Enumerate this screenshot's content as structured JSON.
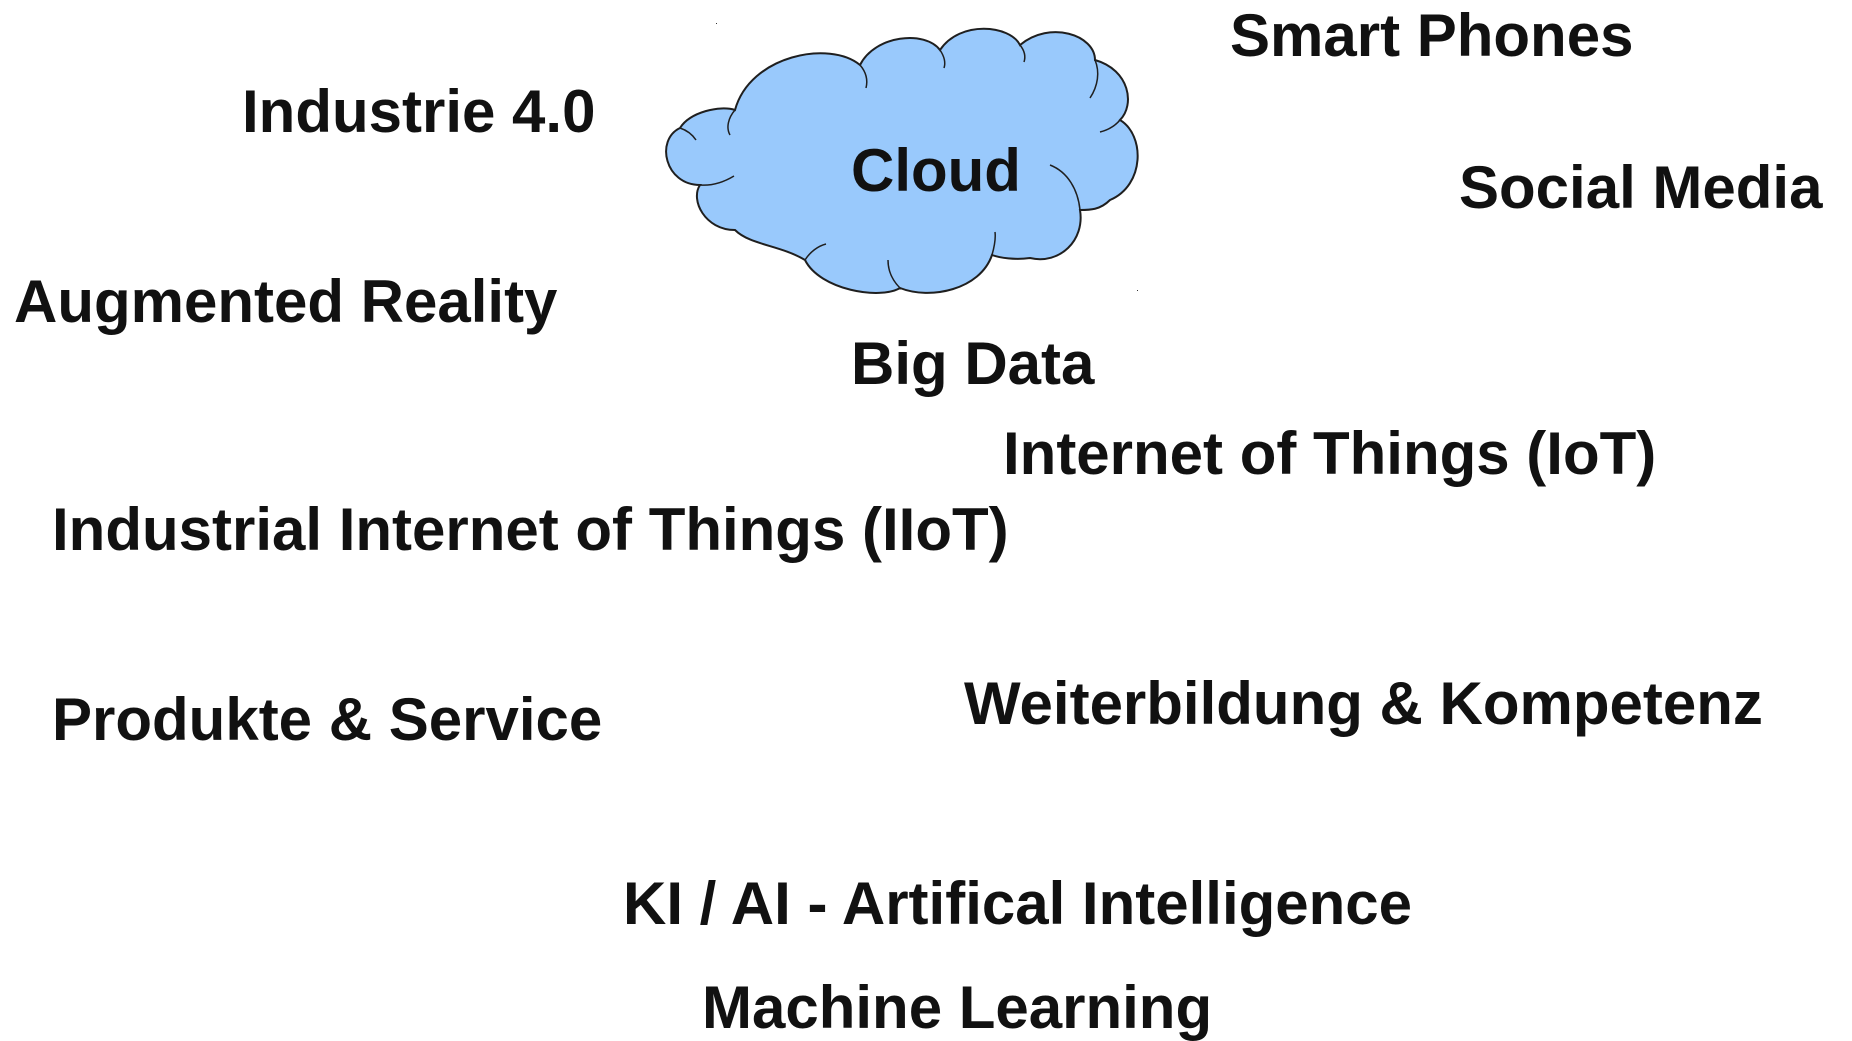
{
  "colors": {
    "cloud_fill": "#99c9fc",
    "cloud_stroke": "#1f1f1f",
    "text": "#111111",
    "background": "#ffffff"
  },
  "cloud": {
    "label": "Cloud"
  },
  "terms": {
    "smart_phones": "Smart Phones",
    "industrie_4_0": "Industrie 4.0",
    "social_media": "Social Media",
    "augmented_reality": "Augmented Reality",
    "big_data": "Big Data",
    "iot": "Internet of Things (IoT)",
    "iiot": "Industrial Internet of Things (IIoT)",
    "produkte_service": "Produkte & Service",
    "weiterbildung": "Weiterbildung & Kompetenz",
    "ki_ai": "KI / AI - Artifical Intelligence",
    "machine_learning": "Machine Learning"
  }
}
